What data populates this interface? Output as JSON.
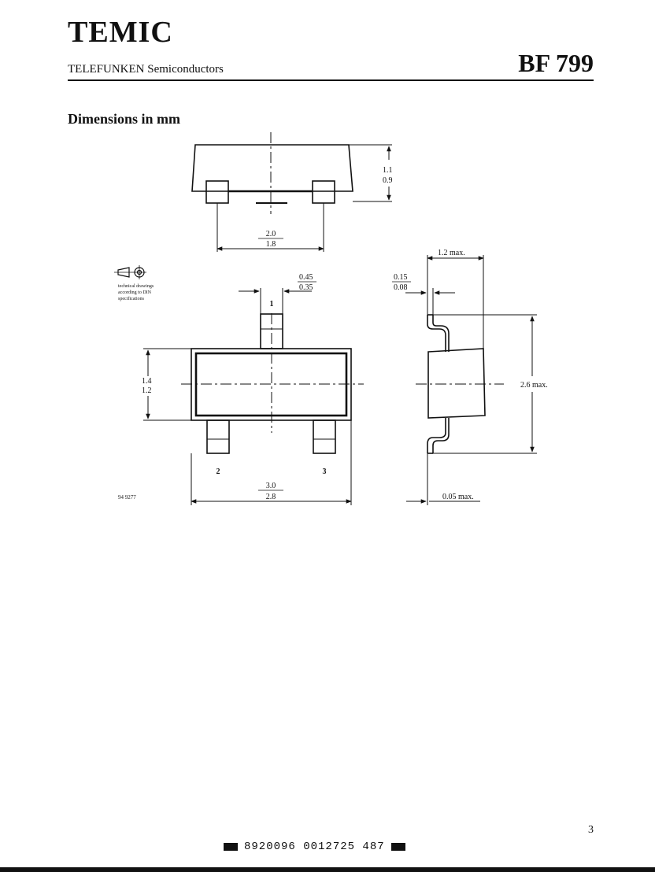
{
  "header": {
    "brand": "TEMIC",
    "subtitle": "TELEFUNKEN Semiconductors",
    "part_number": "BF 799"
  },
  "section": {
    "title": "Dimensions in mm"
  },
  "drawing": {
    "top_view": {
      "height_max": "1.1",
      "height_min": "0.9",
      "lead_span_max": "2.0",
      "lead_span_min": "1.8"
    },
    "front_view": {
      "lead_width_max": "0.45",
      "lead_width_min": "0.35",
      "body_width_max": "1.4",
      "body_width_min": "1.2",
      "body_length_max": "3.0",
      "body_length_min": "2.8",
      "pin_1": "1",
      "pin_2": "2",
      "pin_3": "3"
    },
    "side_view": {
      "thickness_max": "1.2 max.",
      "lead_thick_max": "0.15",
      "lead_thick_min": "0.08",
      "overall_height": "2.6 max.",
      "standoff": "0.05 max."
    },
    "din_note": {
      "line1": "technical drawings",
      "line2": "according to DIN",
      "line3": "specifications"
    },
    "drawing_number": "94 9277"
  },
  "footer": {
    "page_number": "3",
    "barcode_text": "8920096 0012725 487"
  }
}
